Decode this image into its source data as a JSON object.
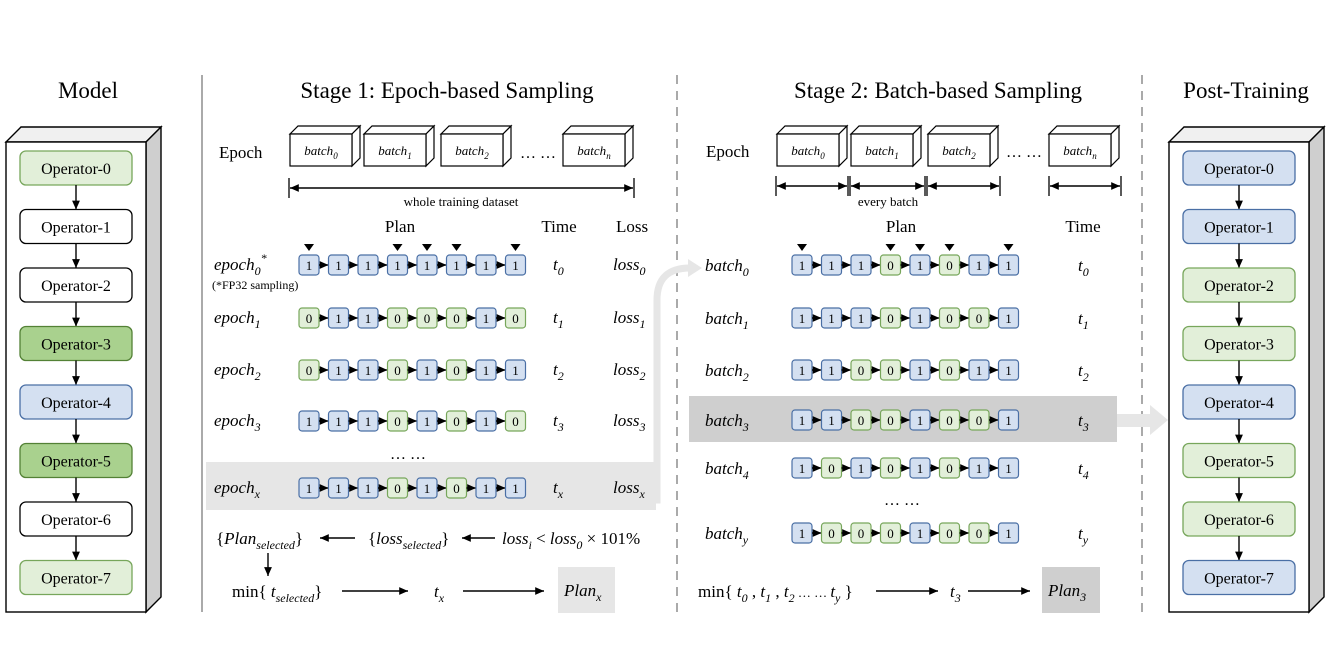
{
  "colors": {
    "blue_fill": "#d4e0f1",
    "blue_stroke": "#4a6fa5",
    "light_green_fill": "#e2efd9",
    "light_green_stroke": "#77a65b",
    "green_fill": "#a9d18e",
    "green_stroke": "#538135",
    "white_fill": "#ffffff",
    "black_stroke": "#000000",
    "highlight_light": "#e6e6e6",
    "highlight_dark": "#cfcfcf",
    "divider": "#aaaaaa"
  },
  "model": {
    "title": "Model",
    "operators": [
      {
        "label": "Operator-0",
        "color": "light_green"
      },
      {
        "label": "Operator-1",
        "color": "white"
      },
      {
        "label": "Operator-2",
        "color": "white"
      },
      {
        "label": "Operator-3",
        "color": "green"
      },
      {
        "label": "Operator-4",
        "color": "blue"
      },
      {
        "label": "Operator-5",
        "color": "green"
      },
      {
        "label": "Operator-6",
        "color": "white"
      },
      {
        "label": "Operator-7",
        "color": "light_green"
      }
    ]
  },
  "stage1": {
    "title": "Stage 1: Epoch-based Sampling",
    "epoch_label": "Epoch",
    "batches": [
      {
        "base": "batch",
        "sub": "0"
      },
      {
        "base": "batch",
        "sub": "1"
      },
      {
        "base": "batch",
        "sub": "2"
      },
      {
        "base": "batch",
        "sub": "n"
      }
    ],
    "dots": "… …",
    "span_label": "whole training dataset",
    "col_plan": "Plan",
    "col_time": "Time",
    "col_loss": "Loss",
    "marker_positions": [
      0,
      3,
      4,
      5,
      7
    ],
    "rows": [
      {
        "base": "epoch",
        "sub": "0",
        "sup": "*",
        "note": "(*FP32 sampling)",
        "plan": [
          1,
          1,
          1,
          1,
          1,
          1,
          1,
          1
        ],
        "time_base": "t",
        "time_sub": "0",
        "loss_base": "loss",
        "loss_sub": "0",
        "highlight": false
      },
      {
        "base": "epoch",
        "sub": "1",
        "sup": "",
        "note": "",
        "plan": [
          0,
          1,
          1,
          0,
          0,
          0,
          1,
          0
        ],
        "time_base": "t",
        "time_sub": "1",
        "loss_base": "loss",
        "loss_sub": "1",
        "highlight": false
      },
      {
        "base": "epoch",
        "sub": "2",
        "sup": "",
        "note": "",
        "plan": [
          0,
          1,
          1,
          0,
          1,
          0,
          1,
          1
        ],
        "time_base": "t",
        "time_sub": "2",
        "loss_base": "loss",
        "loss_sub": "2",
        "highlight": false
      },
      {
        "base": "epoch",
        "sub": "3",
        "sup": "",
        "note": "",
        "plan": [
          1,
          1,
          1,
          0,
          1,
          0,
          1,
          0
        ],
        "time_base": "t",
        "time_sub": "3",
        "loss_base": "loss",
        "loss_sub": "3",
        "highlight": false
      },
      {
        "base": "epoch",
        "sub": "x",
        "sup": "",
        "note": "",
        "plan": [
          1,
          1,
          1,
          0,
          1,
          0,
          1,
          1
        ],
        "time_base": "t",
        "time_sub": "x",
        "loss_base": "loss",
        "loss_sub": "x",
        "highlight": true
      }
    ],
    "row_dots": "… …",
    "selection": {
      "plan_base": "Plan",
      "plan_sub": "selected",
      "loss_base": "loss",
      "loss_sub": "selected",
      "cond_a_base": "loss",
      "cond_a_sub": "i",
      "cond_lt": " < ",
      "cond_b_base": "loss",
      "cond_b_sub": "0",
      "cond_tail": " × 101%",
      "min_prefix": "min{ ",
      "min_t_base": "t",
      "min_t_sub": "selected",
      "min_suffix": "}",
      "result_t_base": "t",
      "result_t_sub": "x",
      "result_plan_base": "Plan",
      "result_plan_sub": "x"
    }
  },
  "stage2": {
    "title": "Stage 2: Batch-based Sampling",
    "epoch_label": "Epoch",
    "batches": [
      {
        "base": "batch",
        "sub": "0"
      },
      {
        "base": "batch",
        "sub": "1"
      },
      {
        "base": "batch",
        "sub": "2"
      },
      {
        "base": "batch",
        "sub": "n"
      }
    ],
    "dots": "… …",
    "span_label": "every batch",
    "col_plan": "Plan",
    "col_time": "Time",
    "marker_positions": [
      0,
      3,
      4,
      5,
      7
    ],
    "rows": [
      {
        "base": "batch",
        "sub": "0",
        "plan": [
          1,
          1,
          1,
          0,
          1,
          0,
          1,
          1
        ],
        "time_base": "t",
        "time_sub": "0",
        "highlight": false
      },
      {
        "base": "batch",
        "sub": "1",
        "plan": [
          1,
          1,
          1,
          0,
          1,
          0,
          0,
          1
        ],
        "time_base": "t",
        "time_sub": "1",
        "highlight": false
      },
      {
        "base": "batch",
        "sub": "2",
        "plan": [
          1,
          1,
          0,
          0,
          1,
          0,
          1,
          1
        ],
        "time_base": "t",
        "time_sub": "2",
        "highlight": false
      },
      {
        "base": "batch",
        "sub": "3",
        "plan": [
          1,
          1,
          0,
          0,
          1,
          0,
          0,
          1
        ],
        "time_base": "t",
        "time_sub": "3",
        "highlight": true
      },
      {
        "base": "batch",
        "sub": "4",
        "plan": [
          1,
          0,
          1,
          0,
          1,
          0,
          1,
          1
        ],
        "time_base": "t",
        "time_sub": "4",
        "highlight": false
      },
      {
        "base": "batch",
        "sub": "y",
        "plan": [
          1,
          0,
          0,
          0,
          1,
          0,
          0,
          1
        ],
        "time_base": "t",
        "time_sub": "y",
        "highlight": false
      }
    ],
    "row_dots_index": 4,
    "row_dots": "… …",
    "min_prefix": "min{ ",
    "min_terms": [
      {
        "base": "t",
        "sub": "0",
        "after": " , "
      },
      {
        "base": "t",
        "sub": "1",
        "after": " , "
      },
      {
        "base": "t",
        "sub": "2",
        "after": " … … "
      },
      {
        "base": "t",
        "sub": "y",
        "after": " }"
      }
    ],
    "result_t_base": "t",
    "result_t_sub": "3",
    "result_plan_base": "Plan",
    "result_plan_sub": "3"
  },
  "post_training": {
    "title": "Post-Training",
    "operators": [
      {
        "label": "Operator-0",
        "color": "blue"
      },
      {
        "label": "Operator-1",
        "color": "blue"
      },
      {
        "label": "Operator-2",
        "color": "light_green"
      },
      {
        "label": "Operator-3",
        "color": "light_green"
      },
      {
        "label": "Operator-4",
        "color": "blue"
      },
      {
        "label": "Operator-5",
        "color": "light_green"
      },
      {
        "label": "Operator-6",
        "color": "light_green"
      },
      {
        "label": "Operator-7",
        "color": "blue"
      }
    ]
  }
}
